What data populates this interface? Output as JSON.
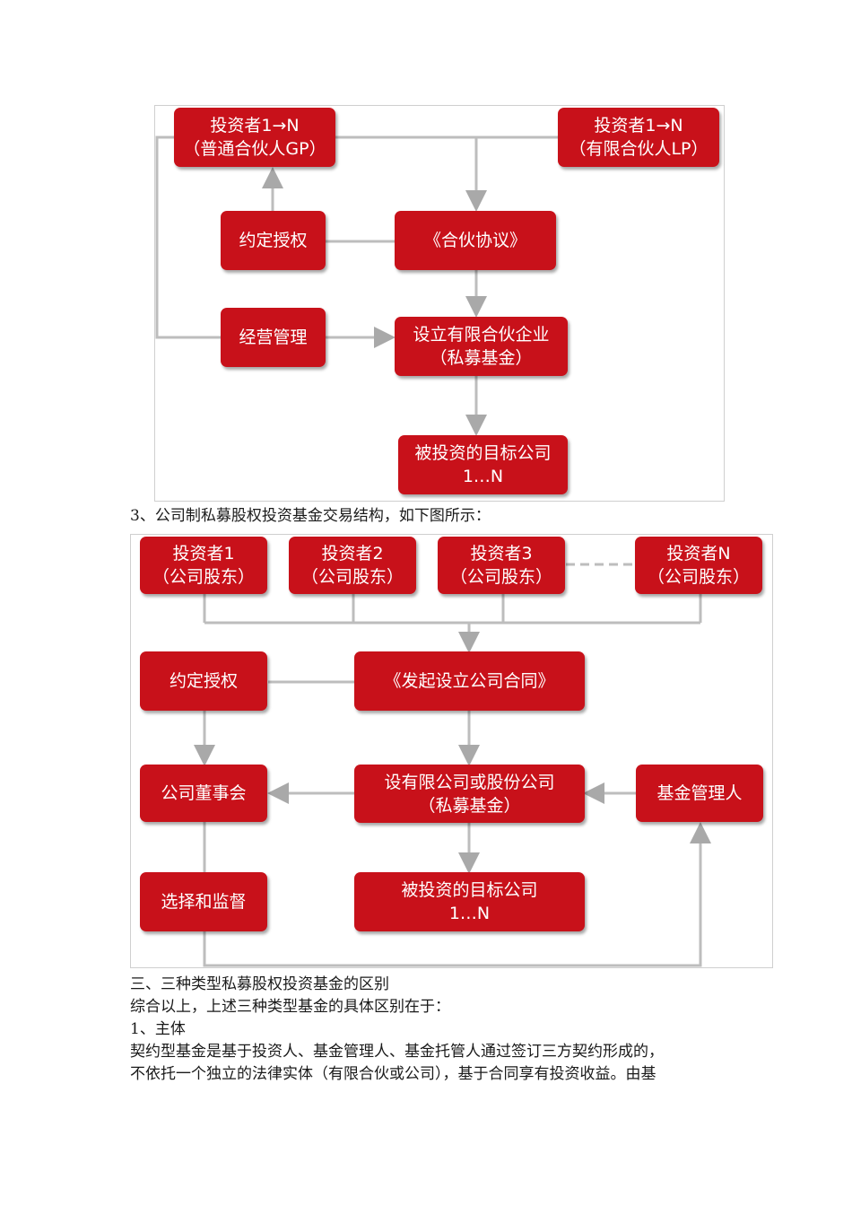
{
  "diagram1": {
    "gp_investor": {
      "line1": "投资者1→N",
      "line2": "（普通合伙人GP）"
    },
    "lp_investor": {
      "line1": "投资者1→N",
      "line2": "（有限合伙人LP）"
    },
    "authorization": "约定授权",
    "partnership_agreement": "《合伙协议》",
    "operation_management": "经营管理",
    "fund": {
      "line1": "设立有限合伙企业",
      "line2": "（私募基金）"
    },
    "target": {
      "line1": "被投资的目标公司",
      "line2": "1…N"
    }
  },
  "caption3": "3、公司制私募股权投资基金交易结构，如下图所示：",
  "diagram2": {
    "investors": [
      {
        "line1": "投资者1",
        "line2": "（公司股东）"
      },
      {
        "line1": "投资者2",
        "line2": "（公司股东）"
      },
      {
        "line1": "投资者3",
        "line2": "（公司股东）"
      },
      {
        "line1": "投资者N",
        "line2": "（公司股东）"
      }
    ],
    "authorization": "约定授权",
    "contract": "《发起设立公司合同》",
    "board": "公司董事会",
    "company": {
      "line1": "设有限公司或股份公司",
      "line2": "（私募基金）"
    },
    "manager": "基金管理人",
    "select_supervise": "选择和监督",
    "target": {
      "line1": "被投资的目标公司",
      "line2": "1…N"
    }
  },
  "paragraphs": {
    "section3": "三、三种类型私募股权投资基金的区别",
    "summary": "综合以上，上述三种类型基金的具体区别在于：",
    "item1": "1、主体",
    "body1": "契约型基金是基于投资人、基金管理人、基金托管人通过签订三方契约形成的，",
    "body2": "不依托一个独立的法律实体（有限合伙或公司），基于合同享有投资收益。由基"
  }
}
